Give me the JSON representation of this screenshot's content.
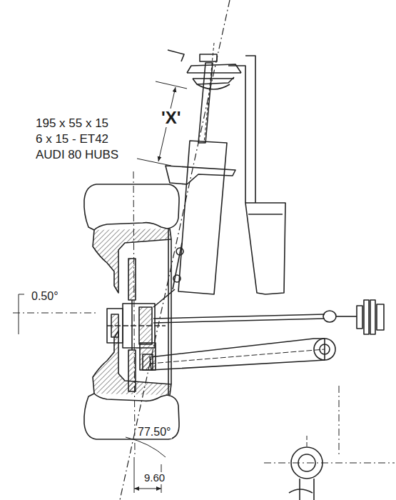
{
  "diagram": {
    "labels": [
      "195 x 55 x 15",
      "6 x 15 - ET42",
      "AUDI 80 HUBS",
      "'X'",
      "0.50°",
      "77.50°",
      "9.60"
    ]
  }
}
